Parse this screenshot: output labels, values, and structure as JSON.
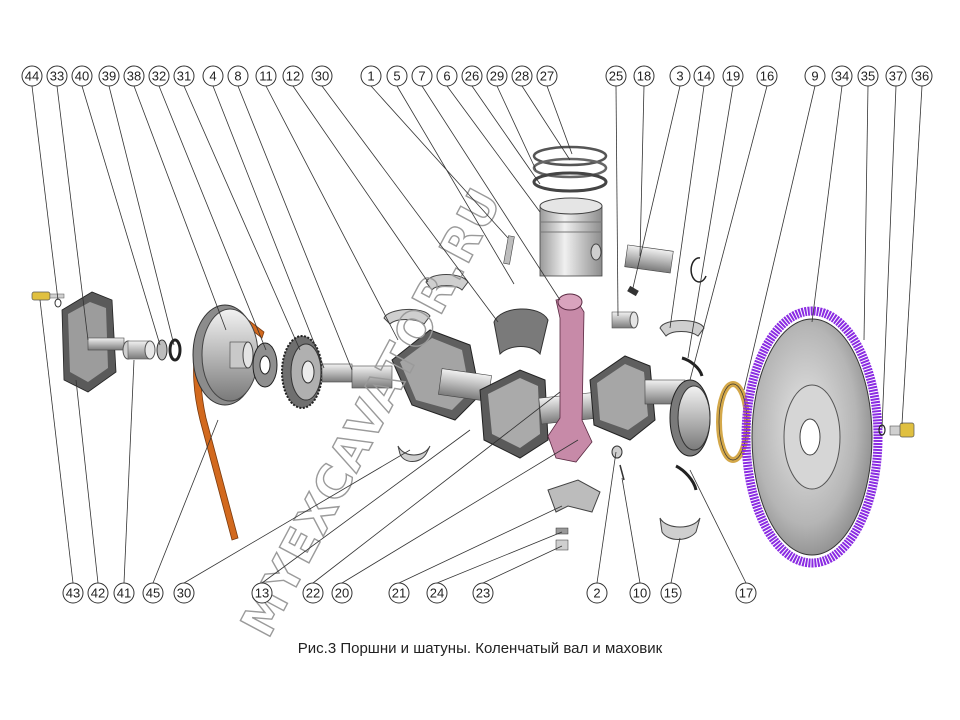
{
  "figure": {
    "caption": "Рис.3 Поршни и шатуны. Коленчатый вал и маховик",
    "watermark": "MYEXCAVATOR.RU",
    "callouts_top": [
      "44",
      "33",
      "40",
      "39",
      "38",
      "32",
      "31",
      "4",
      "8",
      "11",
      "12",
      "30",
      "1",
      "5",
      "7",
      "6",
      "26",
      "29",
      "28",
      "27",
      "25",
      "18",
      "3",
      "14",
      "19",
      "16",
      "9",
      "34",
      "35",
      "37",
      "36"
    ],
    "callouts_bottom": [
      "43",
      "42",
      "41",
      "45",
      "30",
      "13",
      "22",
      "20",
      "21",
      "24",
      "23",
      "2",
      "10",
      "15",
      "17"
    ]
  },
  "colors": {
    "metal": "#bfbfbf",
    "metal_dark": "#6f6f6f",
    "belt": "#d2691e",
    "ring_gear": "#8a2be2",
    "rod": "#c78aa8",
    "gasket": "#d4a84a"
  }
}
